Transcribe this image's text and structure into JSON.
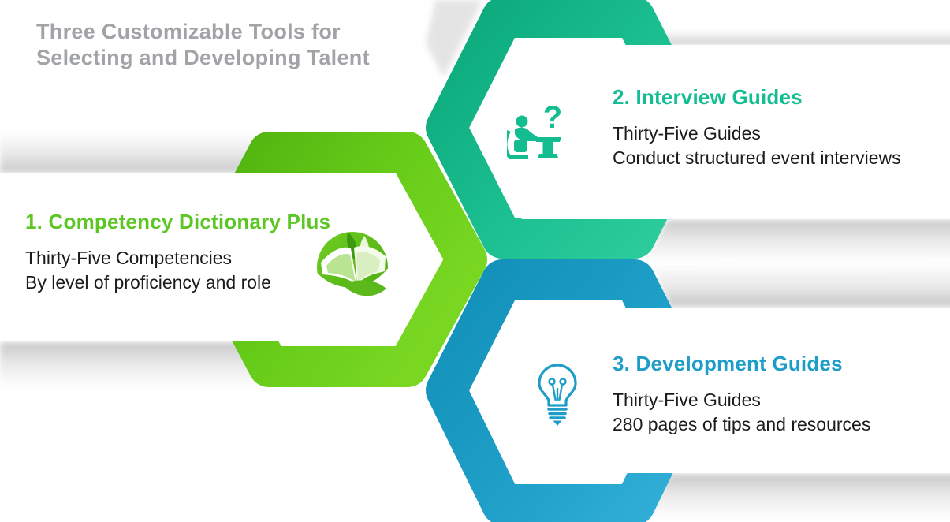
{
  "title": {
    "line1": "Three Customizable Tools for",
    "line2": "Selecting and Developing Talent"
  },
  "items": [
    {
      "heading": "1. Competency Dictionary Plus",
      "line1": "Thirty-Five Competencies",
      "line2": "By level of proficiency and role",
      "accent": "#5cc623",
      "icon": "open-book-icon"
    },
    {
      "heading": "2. Interview Guides",
      "line1": "Thirty-Five Guides",
      "line2": "Conduct structured event interviews",
      "accent": "#12bd92",
      "icon": "interview-people-icon"
    },
    {
      "heading": "3. Development Guides",
      "line1": "Thirty-Five Guides",
      "line2": "280 pages of tips and resources",
      "accent": "#1e9dc9",
      "icon": "lightbulb-icon"
    }
  ],
  "colors": {
    "title_gray": "#a1a3a6",
    "body_text": "#1b1b1b",
    "hex_green": "#63cb17",
    "hex_teal": "#18bd8c",
    "hex_blue": "#1b9dc4",
    "band_white": "#ffffff"
  }
}
